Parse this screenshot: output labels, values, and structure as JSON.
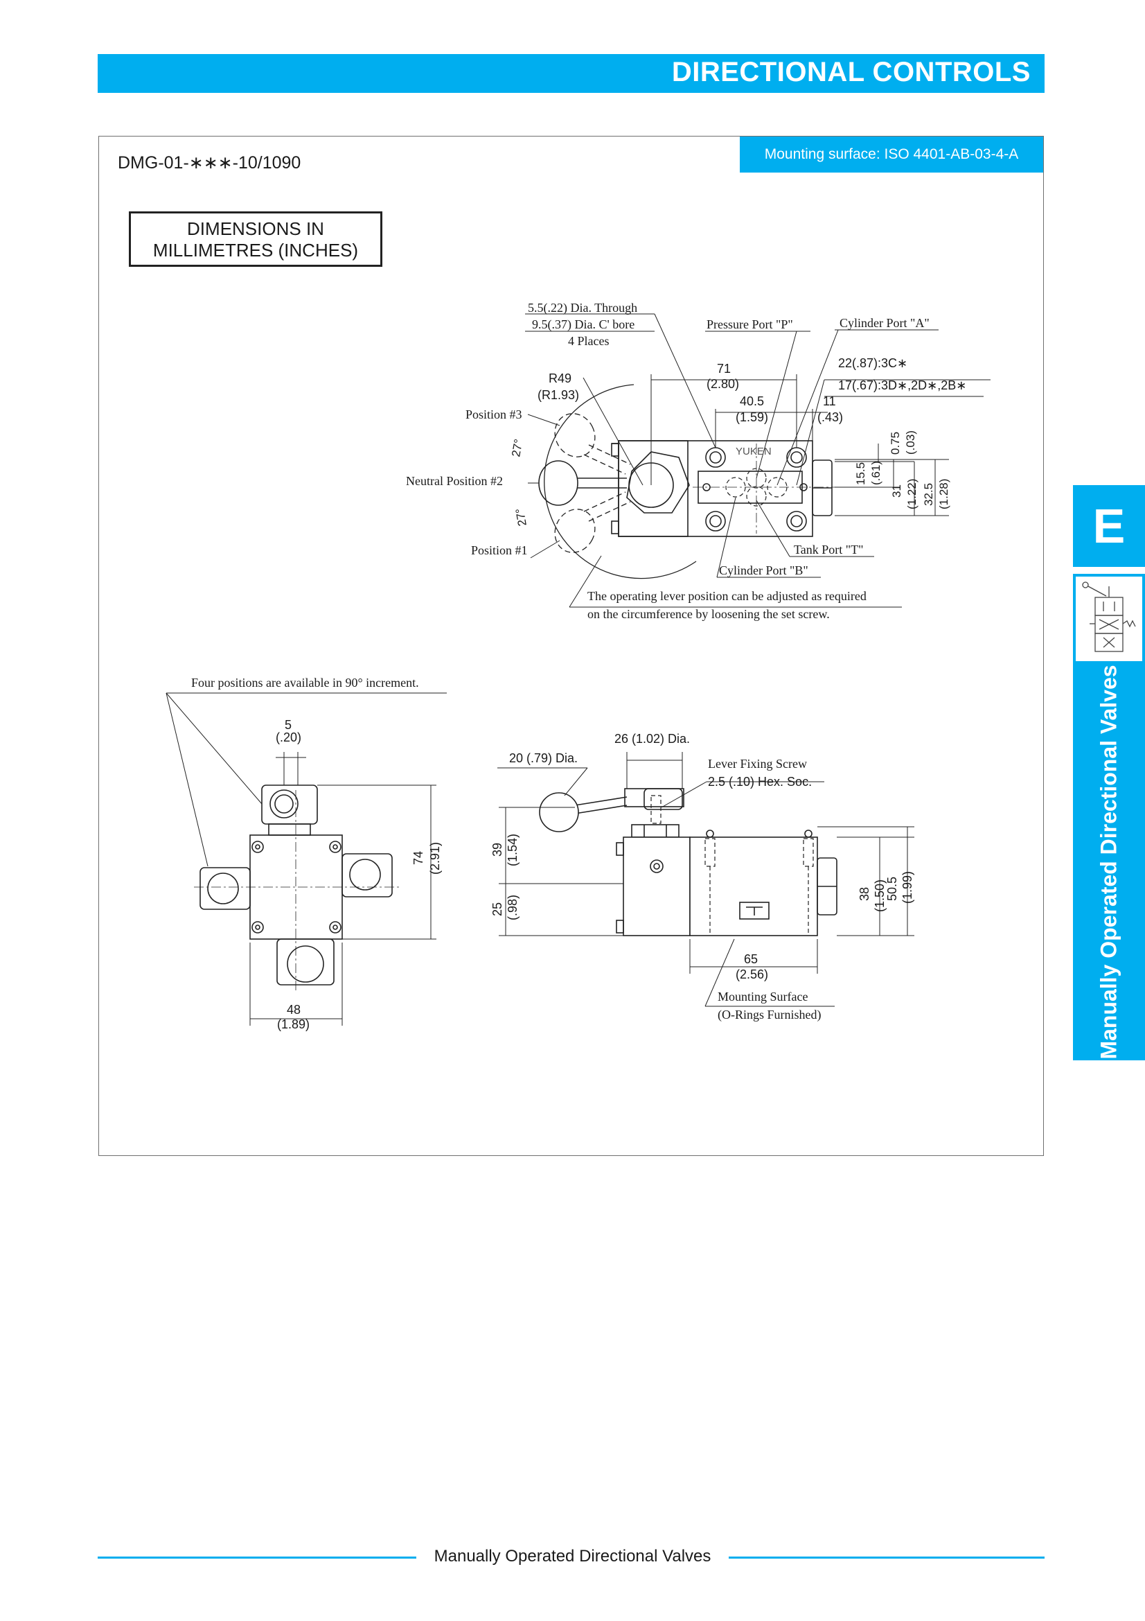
{
  "header": {
    "title": "DIRECTIONAL CONTROLS"
  },
  "model_code": "DMG-01-∗∗∗-10/1090",
  "mounting_surface": "Mounting surface: ISO 4401-AB-03-4-A",
  "units_box": {
    "line1": "DIMENSIONS IN",
    "line2": "MILLIMETRES (INCHES)"
  },
  "top_view": {
    "hole_note": [
      "5.5(.22) Dia. Through",
      "9.5(.37) Dia. C' bore",
      "4 Places"
    ],
    "pressure_port": "Pressure Port \"P\"",
    "cylinder_port_a": "Cylinder Port \"A\"",
    "cylinder_port_b": "Cylinder Port \"B\"",
    "tank_port": "Tank Port \"T\"",
    "radius": [
      "R49",
      "(R1.93)"
    ],
    "position_3": "Position #3",
    "neutral_position": "Neutral Position #2",
    "position_1": "Position #1",
    "angle_upper": "27°",
    "angle_lower": "27°",
    "dim_71": [
      "71",
      "(2.80)"
    ],
    "dim_40_5": [
      "40.5",
      "(1.59)"
    ],
    "dim_11": [
      "11",
      "(.43)"
    ],
    "dim_22": "22(.87):3C∗",
    "dim_17": "17(.67):3D∗,2D∗,2B∗",
    "dim_0_75": [
      "0.75",
      "(.03)"
    ],
    "dim_15_5": [
      "15.5",
      "(.61)"
    ],
    "dim_31": [
      "31",
      "(1.22)"
    ],
    "dim_32_5": [
      "32.5",
      "(1.28)"
    ],
    "brand": "YUKEN",
    "lever_note": [
      "The operating lever position can be adjusted as required",
      "on the circumference by loosening the set screw."
    ]
  },
  "end_view": {
    "positions_note": "Four positions are available in 90° increment.",
    "dim_5": [
      "5",
      "(.20)"
    ],
    "dim_74": [
      "74",
      "(2.91)"
    ],
    "dim_48": [
      "48",
      "(1.89)"
    ]
  },
  "side_view": {
    "dim_26": "26 (1.02) Dia.",
    "dim_20": "20 (.79) Dia.",
    "lever_screw": [
      "Lever Fixing Screw",
      "2.5 (.10) Hex. Soc."
    ],
    "dim_39": [
      "39",
      "(1.54)"
    ],
    "dim_25": [
      "25",
      "(.98)"
    ],
    "dim_38": [
      "38",
      "(1.50)"
    ],
    "dim_50_5": [
      "50.5",
      "(1.99)"
    ],
    "dim_65": [
      "65",
      "(2.56)"
    ],
    "mounting_surface": [
      "Mounting Surface",
      "(O-Rings Furnished)"
    ]
  },
  "side_tab": {
    "letter": "E",
    "label": "Manually Operated Directional Valves"
  },
  "footer": {
    "text": "Manually Operated Directional Valves"
  },
  "colors": {
    "accent": "#00aeef",
    "ink": "#1a1a1a"
  }
}
